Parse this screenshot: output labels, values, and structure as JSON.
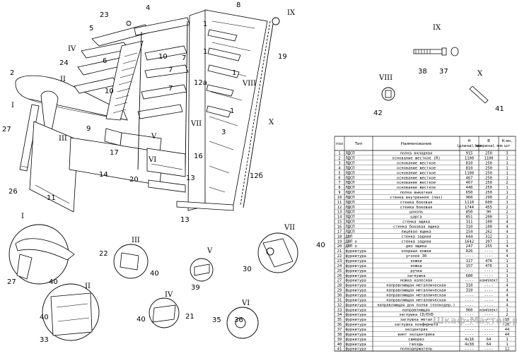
{
  "parts_table": {
    "headers": {
      "pos": "поз",
      "type": "Тип",
      "name": "Наименование",
      "height": "Н (длина), мм",
      "width": "В (ширина), мм",
      "qty": "К-во, шт"
    },
    "rows": [
      [
        "1",
        "ЛДСП",
        "полка вкладная",
        "915",
        "250",
        "3"
      ],
      [
        "2",
        "ЛДСП",
        "основание жесткое (R)",
        "1100",
        "1100",
        "1"
      ],
      [
        "3",
        "ЛДСП",
        "основание жесткое",
        "810",
        "250",
        "1"
      ],
      [
        "4",
        "ЛДСП",
        "основание жесткое",
        "810",
        "250",
        "1"
      ],
      [
        "5",
        "ЛДСП",
        "основание жесткое",
        "1100",
        "250",
        "1"
      ],
      [
        "6",
        "ЛДСП",
        "основание жесткое",
        "467",
        "250",
        "1"
      ],
      [
        "7",
        "ЛДСП",
        "основание жесткое",
        "467",
        "250",
        "2"
      ],
      [
        "8",
        "ЛДСП",
        "основание жесткое",
        "440",
        "250",
        "1"
      ],
      [
        "9",
        "ЛДСП",
        "полка выкатная",
        "650",
        "250",
        "1"
      ],
      [
        "10",
        "ЛДСП",
        "стенка внутренняя (паз)",
        "960",
        "290",
        "2"
      ],
      [
        "11",
        "ЛДСП",
        "стенка боковая",
        "1110",
        "600",
        "1"
      ],
      [
        "12",
        "ЛДСП",
        "стенка боковая",
        "1744",
        "455",
        "2"
      ],
      [
        "13",
        "ЛДСП",
        "цоколь",
        "850",
        "90",
        "2"
      ],
      [
        "14",
        "ЛДСП",
        "царга",
        "851",
        "200",
        "1"
      ],
      [
        "15",
        "ЛДСП",
        "стенка ящика",
        "311",
        "100",
        "4"
      ],
      [
        "16",
        "ЛДСП",
        "стенка боковая ящика",
        "310",
        "100",
        "4"
      ],
      [
        "17",
        "ЛДСП",
        "лицевая ящика",
        "154",
        "262",
        "4"
      ],
      [
        "18",
        "ДВП",
        "стенка задняя",
        "644",
        "312",
        "1"
      ],
      [
        "19",
        "ДВП о",
        "стенка задняя",
        "1642",
        "397",
        "1"
      ],
      [
        "20",
        "ДВП о",
        "дно ящика",
        "247",
        "255",
        "4"
      ],
      [
        "21",
        "фурнитура",
        "опорная ножки",
        "026",
        "----",
        "6"
      ],
      [
        "22",
        "фурнитура",
        "уголок 30",
        "----",
        "----",
        "4"
      ],
      [
        "23",
        "фурнитура",
        "ножки",
        "117",
        "476",
        "1"
      ],
      [
        "24",
        "фурнитура",
        "ножка",
        "157",
        "476",
        "1"
      ],
      [
        "25",
        "фурнитура",
        "ручка",
        "----",
        "----",
        "1"
      ],
      [
        "26",
        "фурнитура",
        "заглушка",
        "680",
        "----",
        "1"
      ],
      [
        "27",
        "фурнитура",
        "ножка колесная",
        "----",
        "комплект",
        "1"
      ],
      [
        "28",
        "фурнитура",
        "направляющая металлическая",
        "310",
        "----",
        "4"
      ],
      [
        "29",
        "фурнитура",
        "направляющая металлическая",
        "310",
        "----",
        "4"
      ],
      [
        "30",
        "фурнитура",
        "направляющая металлическая",
        "----",
        "----",
        "4"
      ],
      [
        "31",
        "фурнитура",
        "направляющая металлическая",
        "----",
        "----",
        "4"
      ],
      [
        "32",
        "фурнитура",
        "направляющая для полки (полкодер.)",
        "----",
        "----",
        "4"
      ],
      [
        "33",
        "фурнитура",
        "направляющая",
        "960",
        "комплект",
        "1"
      ],
      [
        "34",
        "фурнитура",
        "заглушка CD/DVD",
        "----",
        "----",
        "2"
      ],
      [
        "35",
        "фурнитура",
        "заглушка метал",
        "----",
        "----",
        "10"
      ],
      [
        "36",
        "фурнитура",
        "заглушка конфирмата",
        "----",
        "----",
        "20"
      ],
      [
        "37",
        "фурнитура",
        "эксцентрик",
        "----",
        "----",
        "44"
      ],
      [
        "38",
        "фурнитура",
        "винт эксцентрика",
        "----",
        "----",
        "44"
      ],
      [
        "39",
        "фурнитура",
        "саморез",
        "4x16",
        "64",
        "1"
      ],
      [
        "40",
        "фурнитура",
        "гвоздь",
        "4x30",
        "64",
        "1"
      ],
      [
        "41",
        "фурнитура",
        "полкодержатель",
        "----",
        "----",
        "12"
      ]
    ]
  },
  "callouts": {
    "n1": "1",
    "n2": "2",
    "n3": "3",
    "n4": "4",
    "n5": "5",
    "n6": "6",
    "n7": "7",
    "n8": "8",
    "n9": "9",
    "n10": "10",
    "n11": "11",
    "n12a": "12а",
    "n12b": "12б",
    "n13": "13",
    "n14": "14",
    "n16": "16",
    "n17": "17",
    "n19": "19",
    "n20": "20",
    "n21": "21",
    "n22": "22",
    "n23": "23",
    "n24": "24",
    "n26": "26",
    "n27": "27",
    "n30": "30",
    "n33": "33",
    "n35": "35",
    "n36": "36",
    "n37": "37",
    "n38": "38",
    "n39": "39",
    "n40": "40",
    "n41": "41",
    "n42": "42"
  },
  "views": {
    "I": "I",
    "II": "II",
    "III": "III",
    "IV": "IV",
    "V": "V",
    "VI": "VI",
    "VII": "VII",
    "VIII": "VIII",
    "IX": "IX",
    "X": "X"
  },
  "watermark": "Шкаф-Мастер.ру"
}
